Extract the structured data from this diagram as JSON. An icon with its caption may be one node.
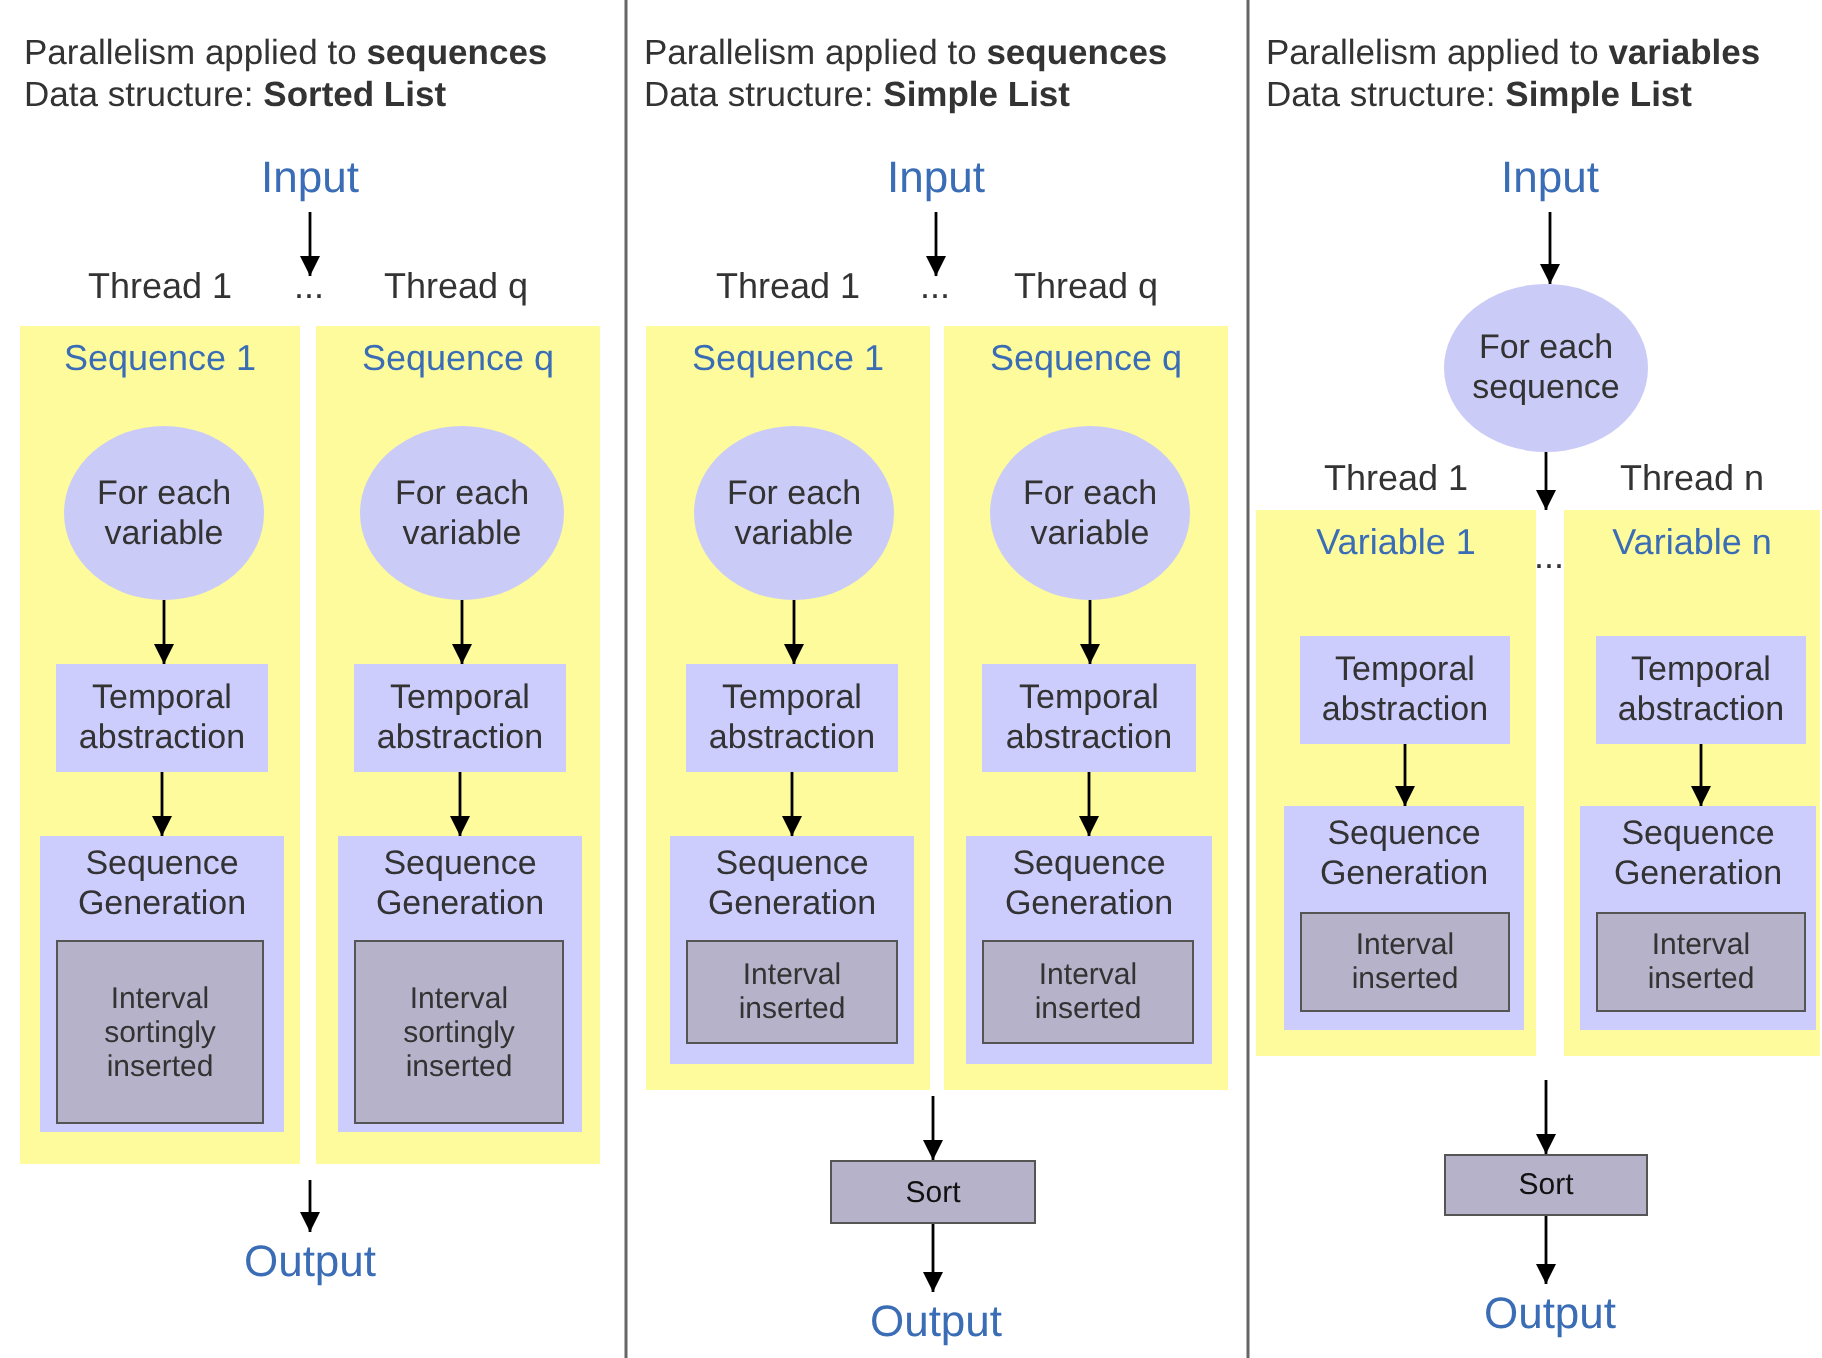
{
  "diagram": {
    "nodes": [
      {
        "text": [
          "Input"
        ]
      },
      {
        "text": [
          "Sequence 1"
        ]
      },
      {
        "text": [
          "For each variable"
        ],
        "in": 1
      },
      {
        "text": [
          "Temporal abstraction"
        ],
        "in": 1
      },
      {
        "text": [
          "Sequence Generation"
        ],
        "in": 1
      },
      {
        "text": [
          "Interval sortingly inserted"
        ],
        "in": 4
      },
      {
        "text": [
          "Sequence q"
        ]
      },
      {
        "text": [
          "For each variable"
        ],
        "in": 6
      },
      {
        "text": [
          "Temporal abstraction"
        ],
        "in": 6
      },
      {
        "text": [
          "Sequence Generation"
        ],
        "in": 6
      },
      {
        "text": [
          "Interval sortingly inserted"
        ],
        "in": 9
      },
      {
        "text": [
          "Output"
        ]
      },
      {
        "text": [
          "Input"
        ]
      },
      {
        "text": [
          "Sequence 1"
        ]
      },
      {
        "text": [
          "For each variable"
        ],
        "in": 13
      },
      {
        "text": [
          "Temporal abstraction"
        ],
        "in": 13
      },
      {
        "text": [
          "Sequence Generation"
        ],
        "in": 13
      },
      {
        "text": [
          "Interval inserted"
        ],
        "in": 16
      },
      {
        "text": [
          "Sequence q"
        ]
      },
      {
        "text": [
          "For each variable"
        ],
        "in": 18
      },
      {
        "text": [
          "Temporal abstraction"
        ],
        "in": 18
      },
      {
        "text": [
          "Sequence Generation"
        ],
        "in": 18
      },
      {
        "text": [
          "Interval inserted"
        ],
        "in": 21
      },
      {
        "text": [
          "Sort"
        ]
      },
      {
        "text": [
          "Output"
        ]
      },
      {
        "text": [
          "Input"
        ]
      },
      {
        "text": [
          "For each sequence"
        ]
      },
      {
        "text": [
          "Variable 1"
        ]
      },
      {
        "text": [
          "Temporal abstraction"
        ],
        "in": 27
      },
      {
        "text": [
          "Sequence Generation"
        ],
        "in": 27
      },
      {
        "text": [
          "Interval inserted"
        ],
        "in": 29
      },
      {
        "text": [
          "Variable n"
        ]
      },
      {
        "text": [
          "Temporal abstraction"
        ],
        "in": 31
      },
      {
        "text": [
          "Sequence Generation"
        ],
        "in": 31
      },
      {
        "text": [
          "Interval inserted"
        ],
        "in": 33
      },
      {
        "text": [
          "Sort"
        ]
      },
      {
        "text": [
          "Output"
        ]
      }
    ],
    "edges": [
      {
        "from": 0,
        "to": 1,
        "arrow": "to"
      },
      {
        "from": 0,
        "to": 6,
        "arrow": "to"
      },
      {
        "from": 2,
        "to": 3,
        "arrow": "to"
      },
      {
        "from": 3,
        "to": 4,
        "arrow": "to"
      },
      {
        "from": 7,
        "to": 8,
        "arrow": "to"
      },
      {
        "from": 8,
        "to": 9,
        "arrow": "to"
      },
      {
        "from": 1,
        "to": 11,
        "arrow": "to"
      },
      {
        "from": 6,
        "to": 11,
        "arrow": "to"
      },
      {
        "from": 12,
        "to": 13,
        "arrow": "to"
      },
      {
        "from": 12,
        "to": 18,
        "arrow": "to"
      },
      {
        "from": 14,
        "to": 15,
        "arrow": "to"
      },
      {
        "from": 15,
        "to": 16,
        "arrow": "to"
      },
      {
        "from": 19,
        "to": 20,
        "arrow": "to"
      },
      {
        "from": 20,
        "to": 21,
        "arrow": "to"
      },
      {
        "from": 13,
        "to": 23,
        "arrow": "to"
      },
      {
        "from": 18,
        "to": 23,
        "arrow": "to"
      },
      {
        "from": 23,
        "to": 24,
        "arrow": "to"
      },
      {
        "from": 25,
        "to": 26,
        "arrow": "to"
      },
      {
        "from": 26,
        "to": 27,
        "arrow": "to"
      },
      {
        "from": 26,
        "to": 31,
        "arrow": "to"
      },
      {
        "from": 28,
        "to": 29,
        "arrow": "to"
      },
      {
        "from": 32,
        "to": 33,
        "arrow": "to"
      },
      {
        "from": 27,
        "to": 35,
        "arrow": "to"
      },
      {
        "from": 31,
        "to": 35,
        "arrow": "to"
      },
      {
        "from": 35,
        "to": 36,
        "arrow": "to"
      }
    ],
    "labels": [
      "Parallelism applied to **sequences**",
      "Data structure: **Sorted List**",
      "Thread 1",
      "...",
      "Thread q",
      "Parallelism applied to **sequences**",
      "Data structure: **Simple List**",
      "Thread 1",
      "...",
      "Thread q",
      "Parallelism applied to **variables**",
      "Data structure: **Simple List**",
      "Thread 1",
      "Thread n",
      "..."
    ]
  }
}
